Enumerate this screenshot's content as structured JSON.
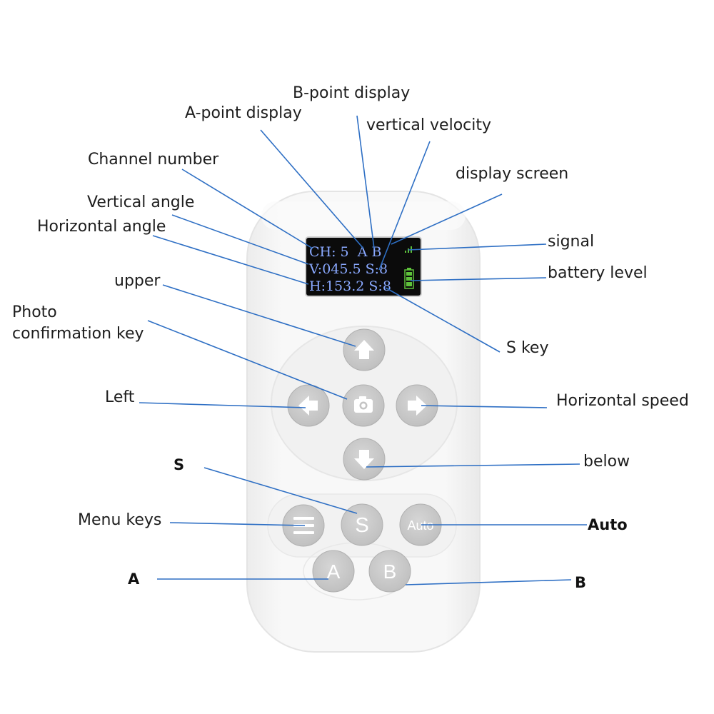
{
  "screen": {
    "line1": "CH: 5  A B",
    "line2": "V:045.5 S:8",
    "line3": "H:153.2 S:8"
  },
  "keys": {
    "s": "S",
    "auto": "Auto",
    "a": "A",
    "b": "B"
  },
  "labels": {
    "b_point": "B-point display",
    "a_point": "A-point display",
    "vertical_velocity": "vertical velocity",
    "channel_number": "Channel number",
    "display_screen": "display screen",
    "vertical_angle": "Vertical angle",
    "horizontal_angle": "Horizontal angle",
    "signal": "signal",
    "battery_level": "battery level",
    "upper": "upper",
    "photo_line1": "Photo",
    "photo_line2": "confirmation key",
    "s_key": "S key",
    "left": "Left",
    "horizontal_speed": "Horizontal speed",
    "below": "below",
    "s": "S",
    "menu_keys": "Menu keys",
    "auto": "Auto",
    "a": "A",
    "b": "B"
  },
  "colors": {
    "leader_line": "#2e6fc4",
    "remote_body": "#f6f6f6",
    "key_fill": "#c9c9c9",
    "lcd_background": "#0b0b0b",
    "lcd_text": "#8aa9ff",
    "battery": "#5ec13a"
  }
}
